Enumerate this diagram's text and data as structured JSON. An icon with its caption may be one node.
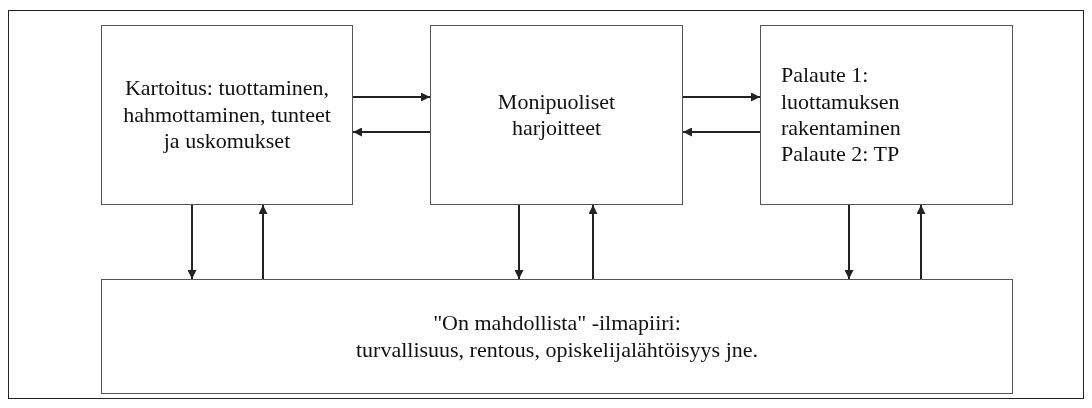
{
  "diagram": {
    "nodes": [
      {
        "text": [
          "Kartoitus: tuottaminen, hahmottaminen, tunteet ja uskomukset"
        ]
      },
      {
        "text": [
          "Monipuoliset harjoitteet"
        ]
      },
      {
        "text": [
          "Palaute 1: luottamuksen rakentaminen",
          "Palaute 2: TP"
        ]
      },
      {
        "text": [
          "\"On mahdollista\" -ilmapiiri:",
          "turvallisuus, rentous, opiskelijalähtöisyys jne."
        ]
      }
    ],
    "edges": [
      {
        "from": 0,
        "to": 1,
        "arrow": "to"
      },
      {
        "from": 1,
        "to": 0,
        "arrow": "to"
      },
      {
        "from": 1,
        "to": 2,
        "arrow": "to"
      },
      {
        "from": 2,
        "to": 1,
        "arrow": "to"
      },
      {
        "from": 0,
        "to": 3,
        "arrow": "to"
      },
      {
        "from": 3,
        "to": 0,
        "arrow": "to"
      },
      {
        "from": 1,
        "to": 3,
        "arrow": "to"
      },
      {
        "from": 3,
        "to": 1,
        "arrow": "to"
      },
      {
        "from": 2,
        "to": 3,
        "arrow": "to"
      },
      {
        "from": 3,
        "to": 2,
        "arrow": "to"
      }
    ]
  }
}
